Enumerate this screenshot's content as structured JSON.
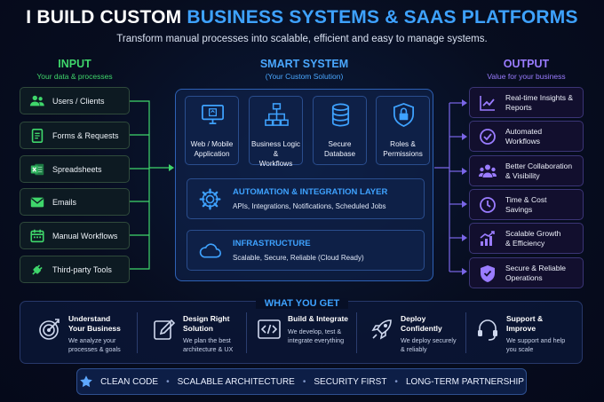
{
  "title": {
    "part1": "I BUILD CUSTOM ",
    "part2": "BUSINESS SYSTEMS & SAAS PLATFORMS"
  },
  "subtitle": "Transform manual processes into scalable, efficient and easy to manage systems.",
  "input": {
    "heading": "INPUT",
    "subheading": "Your data & processes",
    "items": [
      {
        "label": "Users / Clients",
        "icon": "users-icon"
      },
      {
        "label": "Forms & Requests",
        "icon": "form-icon"
      },
      {
        "label": "Spreadsheets",
        "icon": "spreadsheet-icon"
      },
      {
        "label": "Emails",
        "icon": "email-icon"
      },
      {
        "label": "Manual Workflows",
        "icon": "calendar-icon"
      },
      {
        "label": "Third-party Tools",
        "icon": "plug-icon"
      }
    ]
  },
  "smart_system": {
    "heading": "SMART SYSTEM",
    "subheading": "(Your Custom Solution)",
    "tiles": [
      {
        "line1": "Web / Mobile",
        "line2": "Application",
        "icon": "monitor-icon"
      },
      {
        "line1": "Business Logic &",
        "line2": "Workflows",
        "icon": "flowchart-icon"
      },
      {
        "line1": "Secure",
        "line2": "Database",
        "icon": "database-icon"
      },
      {
        "line1": "Roles &",
        "line2": "Permissions",
        "icon": "lock-shield-icon"
      }
    ],
    "automation": {
      "title": "AUTOMATION & INTEGRATION LAYER",
      "desc": "APIs, Integrations, Notifications, Scheduled Jobs"
    },
    "infrastructure": {
      "title": "INFRASTRUCTURE",
      "desc": "Scalable, Secure, Reliable (Cloud Ready)"
    }
  },
  "output": {
    "heading": "OUTPUT",
    "subheading": "Value for your business",
    "items": [
      {
        "line1": "Real-time Insights &",
        "line2": "Reports",
        "icon": "chart-line-icon"
      },
      {
        "line1": "Automated",
        "line2": "Workflows",
        "icon": "check-circle-icon"
      },
      {
        "line1": "Better Collaboration",
        "line2": "& Visibility",
        "icon": "team-icon"
      },
      {
        "line1": "Time & Cost",
        "line2": "Savings",
        "icon": "clock-icon"
      },
      {
        "line1": "Scalable Growth",
        "line2": "& Efficiency",
        "icon": "growth-bars-icon"
      },
      {
        "line1": "Secure & Reliable",
        "line2": "Operations",
        "icon": "shield-check-icon"
      }
    ]
  },
  "what_you_get": {
    "heading": "WHAT YOU GET",
    "steps": [
      {
        "t1": "Understand",
        "t2": "Your Business",
        "d1": "We analyze your",
        "d2": "processes & goals",
        "icon": "target-icon"
      },
      {
        "t1": "Design Right",
        "t2": "Solution",
        "d1": "We plan the best",
        "d2": "architecture & UX",
        "icon": "pencil-icon"
      },
      {
        "t1": "Build & Integrate",
        "t2": "",
        "d1": "We develop, test &",
        "d2": "integrate everything",
        "icon": "code-icon"
      },
      {
        "t1": "Deploy",
        "t2": "Confidently",
        "d1": "We deploy securely",
        "d2": "& reliably",
        "icon": "rocket-icon"
      },
      {
        "t1": "Support &",
        "t2": "Improve",
        "d1": "We support and help",
        "d2": "you scale",
        "icon": "headset-icon"
      }
    ]
  },
  "values": [
    "CLEAN CODE",
    "SCALABLE ARCHITECTURE",
    "SECURITY FIRST",
    "LONG-TERM PARTNERSHIP"
  ],
  "colors": {
    "green": "#3fd66b",
    "blue": "#3ea2ff",
    "purple": "#9a7cff",
    "background": "#070d1f"
  }
}
